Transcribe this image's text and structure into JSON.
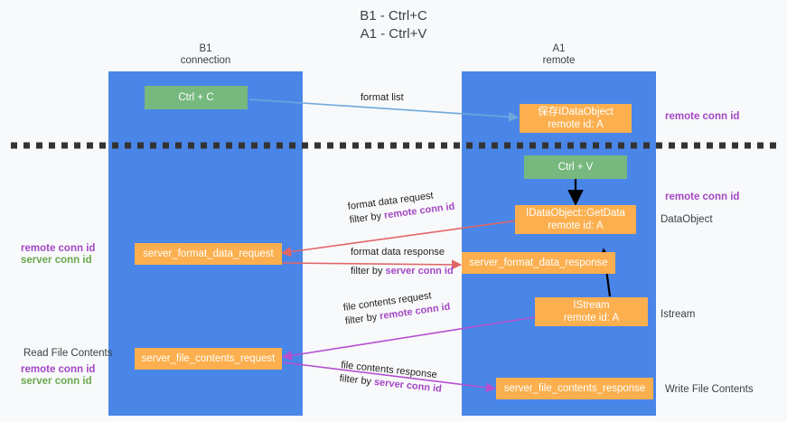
{
  "title": {
    "line1": "B1 - Ctrl+C",
    "line2": "A1 - Ctrl+V"
  },
  "columns": [
    {
      "id": "b1",
      "name": "B1",
      "role": "connection"
    },
    {
      "id": "a1",
      "name": "A1",
      "role": "remote"
    }
  ],
  "nodes": {
    "ctrl_c": {
      "line1": "Ctrl + C",
      "line2": "",
      "color": "#76b87e"
    },
    "save_idataobject": {
      "line1": "保存IDataObject",
      "line2": "remote id: A",
      "color": "#fbaf4e"
    },
    "ctrl_v": {
      "line1": "Ctrl + V",
      "line2": "",
      "color": "#76b87e"
    },
    "getdata": {
      "line1": "IDataObject::GetData",
      "line2": "remote id: A",
      "color": "#fbaf4e"
    },
    "format_data_request": {
      "line1": "server_format_data_request",
      "line2": "",
      "color": "#fbaf4e"
    },
    "format_data_response": {
      "line1": "server_format_data_response",
      "line2": "",
      "color": "#fbaf4e"
    },
    "istream": {
      "line1": "IStream",
      "line2": "remote id: A",
      "color": "#fbaf4e"
    },
    "file_contents_request": {
      "line1": "server_file_contents_request",
      "line2": "",
      "color": "#fbaf4e"
    },
    "file_contents_response": {
      "line1": "server_file_contents_response",
      "line2": "",
      "color": "#fbaf4e"
    }
  },
  "edges": {
    "format_list": {
      "text": "format list"
    },
    "format_data_request": {
      "text": "format data request",
      "filter_prefix": "filter by ",
      "filter_key": "remote conn id"
    },
    "format_data_response": {
      "text": "format data response",
      "filter_prefix": "filter by ",
      "filter_key": "server conn id"
    },
    "file_contents_request": {
      "text": "file contents request",
      "filter_prefix": "filter by ",
      "filter_key": "remote conn id"
    },
    "file_contents_response": {
      "text": "file contents response",
      "filter_prefix": "filter by ",
      "filter_key": "server conn id"
    }
  },
  "annotations": {
    "right_remote_conn_id_top": "remote conn id",
    "right_remote_conn_id_mid": "remote conn id",
    "right_dataobject": "DataObject",
    "right_istream": "Istream",
    "right_write_file_contents": "Write File Contents",
    "left_remote_conn_id_mid": "remote conn id",
    "left_server_conn_id_mid": "server conn id",
    "left_read_file_contents": "Read File Contents",
    "left_remote_conn_id_bot": "remote conn id",
    "left_server_conn_id_bot": "server conn id"
  },
  "colors": {
    "lane": "#4a86e8",
    "node_green": "#76b87e",
    "node_orange": "#fbaf4e",
    "arrow_blue": "#6fa8dc",
    "arrow_red": "#e06666",
    "arrow_purple": "#b44fd0",
    "arrow_black": "#000000",
    "key_purple": "#a347c4",
    "key_green": "#6aa84f",
    "background": "#f8f9fa",
    "divider": "#333333"
  }
}
